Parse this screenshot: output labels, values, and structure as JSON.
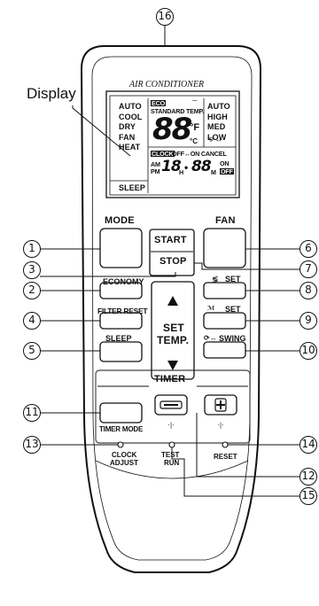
{
  "display_label": "Display",
  "brand": "AIR CONDITIONER",
  "lcd": {
    "modes": [
      "AUTO",
      "COOL",
      "DRY",
      "FAN",
      "HEAT"
    ],
    "eco": "ECO",
    "standard_temp": "STANDARD TEMP.",
    "fan_speeds": [
      "AUTO",
      "HIGH",
      "MED",
      "LOW"
    ],
    "temp_digits": "88",
    "unit_f": "°F",
    "unit_c": "°C",
    "sleep": "SLEEP",
    "clock": "CLOCK",
    "timer_row": "OFF↔ON CANCEL",
    "am": "AM",
    "pm": "PM",
    "hours": "18",
    "h": "H",
    "minutes": "88",
    "m": "M",
    "on": "ON",
    "off": "OFF"
  },
  "buttons": {
    "mode": "MODE",
    "fan": "FAN",
    "start": "START",
    "stop": "STOP",
    "economy": "ECONOMY",
    "filter_reset": "FILTER RESET",
    "sleep": "SLEEP",
    "set_temp_line1": "SET",
    "set_temp_line2": "TEMP.",
    "set_vertical": "SET",
    "set_horizontal": "SET",
    "swing": "SWING",
    "timer": "TIMER",
    "timer_mode": "TIMER MODE",
    "minus_symbol": "−",
    "plus_symbol": "+",
    "clock_adjust_1": "CLOCK",
    "clock_adjust_2": "ADJUST",
    "test_run_1": "TEST",
    "test_run_2": "RUN",
    "reset": "RESET"
  },
  "callouts": [
    "1",
    "2",
    "3",
    "4",
    "5",
    "6",
    "7",
    "8",
    "9",
    "10",
    "11",
    "12",
    "13",
    "14",
    "15",
    "16"
  ]
}
